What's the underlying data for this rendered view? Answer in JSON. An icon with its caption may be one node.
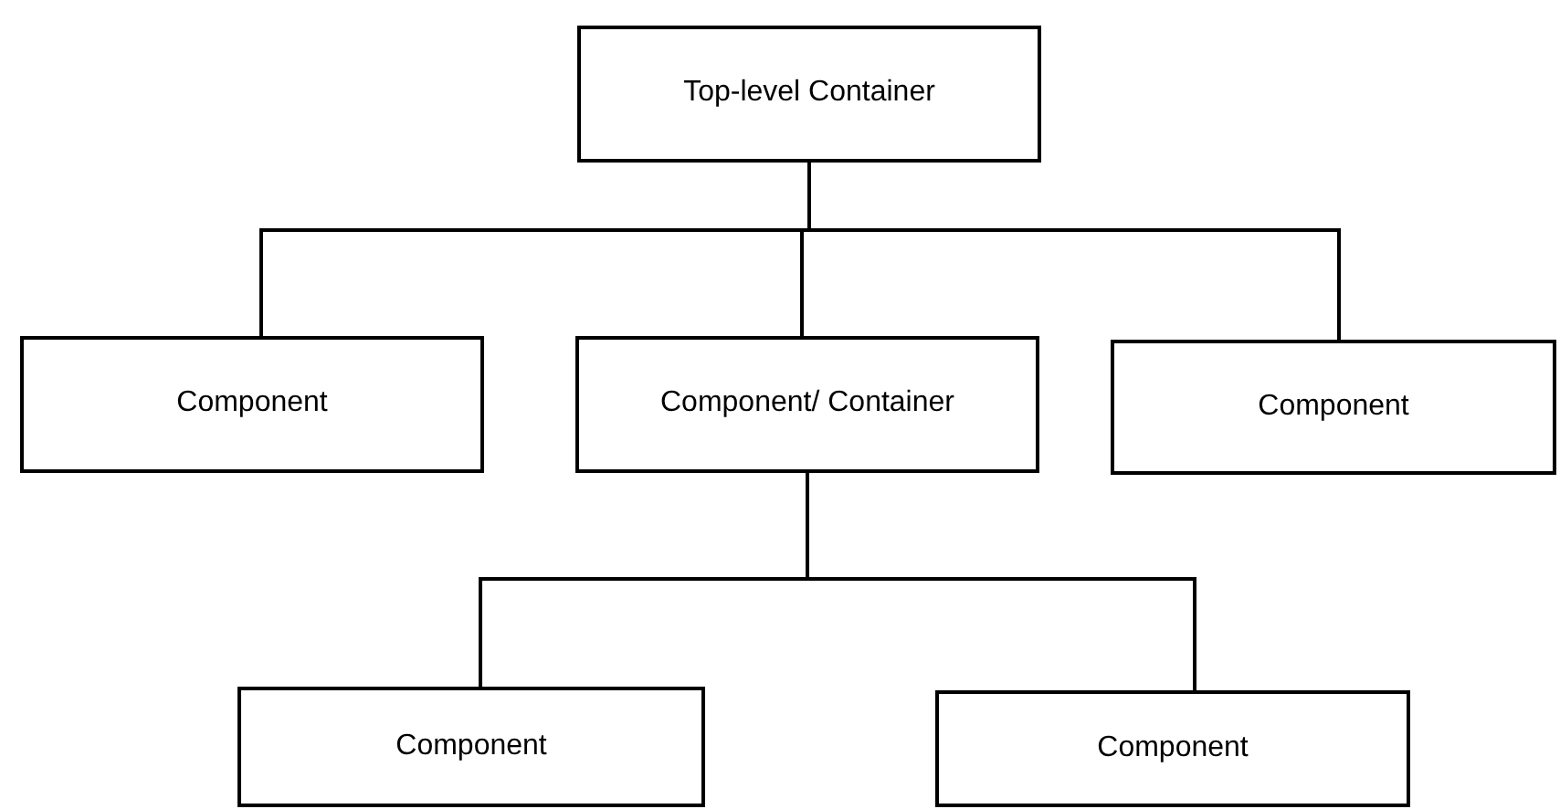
{
  "diagram": {
    "nodes": [
      {
        "text": [
          "Top-level Container"
        ]
      },
      {
        "text": [
          "Component"
        ]
      },
      {
        "text": [
          "Component/ Container"
        ]
      },
      {
        "text": [
          "Component"
        ]
      },
      {
        "text": [
          "Component"
        ]
      },
      {
        "text": [
          "Component"
        ]
      }
    ],
    "edges": [
      {
        "from": 0,
        "to": 1,
        "arrow": "none"
      },
      {
        "from": 0,
        "to": 2,
        "arrow": "none"
      },
      {
        "from": 0,
        "to": 3,
        "arrow": "none"
      },
      {
        "from": 2,
        "to": 4,
        "arrow": "none"
      },
      {
        "from": 2,
        "to": 5,
        "arrow": "none"
      }
    ]
  }
}
